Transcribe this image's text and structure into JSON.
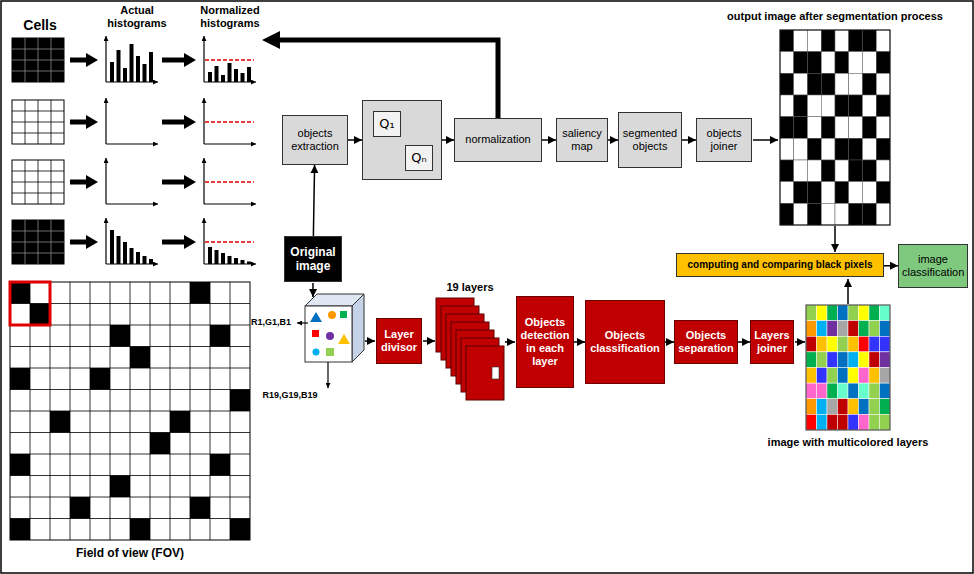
{
  "diagram": {
    "nodes": [
      {
        "text": [
          "objects extraction"
        ]
      },
      {
        "text": []
      },
      {
        "text": [
          "Q₁"
        ],
        "in": 1
      },
      {
        "text": [
          "Qₙ"
        ],
        "in": 1
      },
      {
        "text": [
          "normalization"
        ]
      },
      {
        "text": [
          "saliency map"
        ]
      },
      {
        "text": [
          "segmented objects"
        ]
      },
      {
        "text": [
          "objects joiner"
        ]
      },
      {
        "text": [
          "Original image"
        ]
      },
      {
        "text": [
          "Layer divisor"
        ]
      },
      {
        "text": [
          "Objects detection in each layer"
        ]
      },
      {
        "text": [
          "Objects classification"
        ]
      },
      {
        "text": [
          "Objects separation"
        ]
      },
      {
        "text": [
          "Layers joiner"
        ]
      },
      {
        "text": [
          "computing and comparing black pixels"
        ]
      },
      {
        "text": [
          "image classification"
        ]
      }
    ],
    "edges": [
      {
        "from": 8,
        "to": 0,
        "arrow": "to"
      },
      {
        "from": 0,
        "to": 1,
        "arrow": "to"
      },
      {
        "from": 1,
        "to": 4,
        "arrow": "to"
      },
      {
        "from": 4,
        "to": 5,
        "arrow": "to"
      },
      {
        "from": 5,
        "to": 6,
        "arrow": "to"
      },
      {
        "from": 6,
        "to": 7,
        "arrow": "to"
      },
      {
        "from": 10,
        "to": 11,
        "arrow": "to"
      },
      {
        "from": 11,
        "to": 12,
        "arrow": "to"
      },
      {
        "from": 12,
        "to": 13,
        "arrow": "to"
      },
      {
        "from": 14,
        "to": 15,
        "arrow": "to"
      }
    ],
    "labels": [
      "Cells",
      "Actual histograms",
      "Normalized histograms",
      "Field of view (FOV)",
      "output image after segmentation process",
      "19 layers",
      "R1,G1,B1",
      "R19,G19,B19",
      "image with multicolored layers"
    ]
  }
}
